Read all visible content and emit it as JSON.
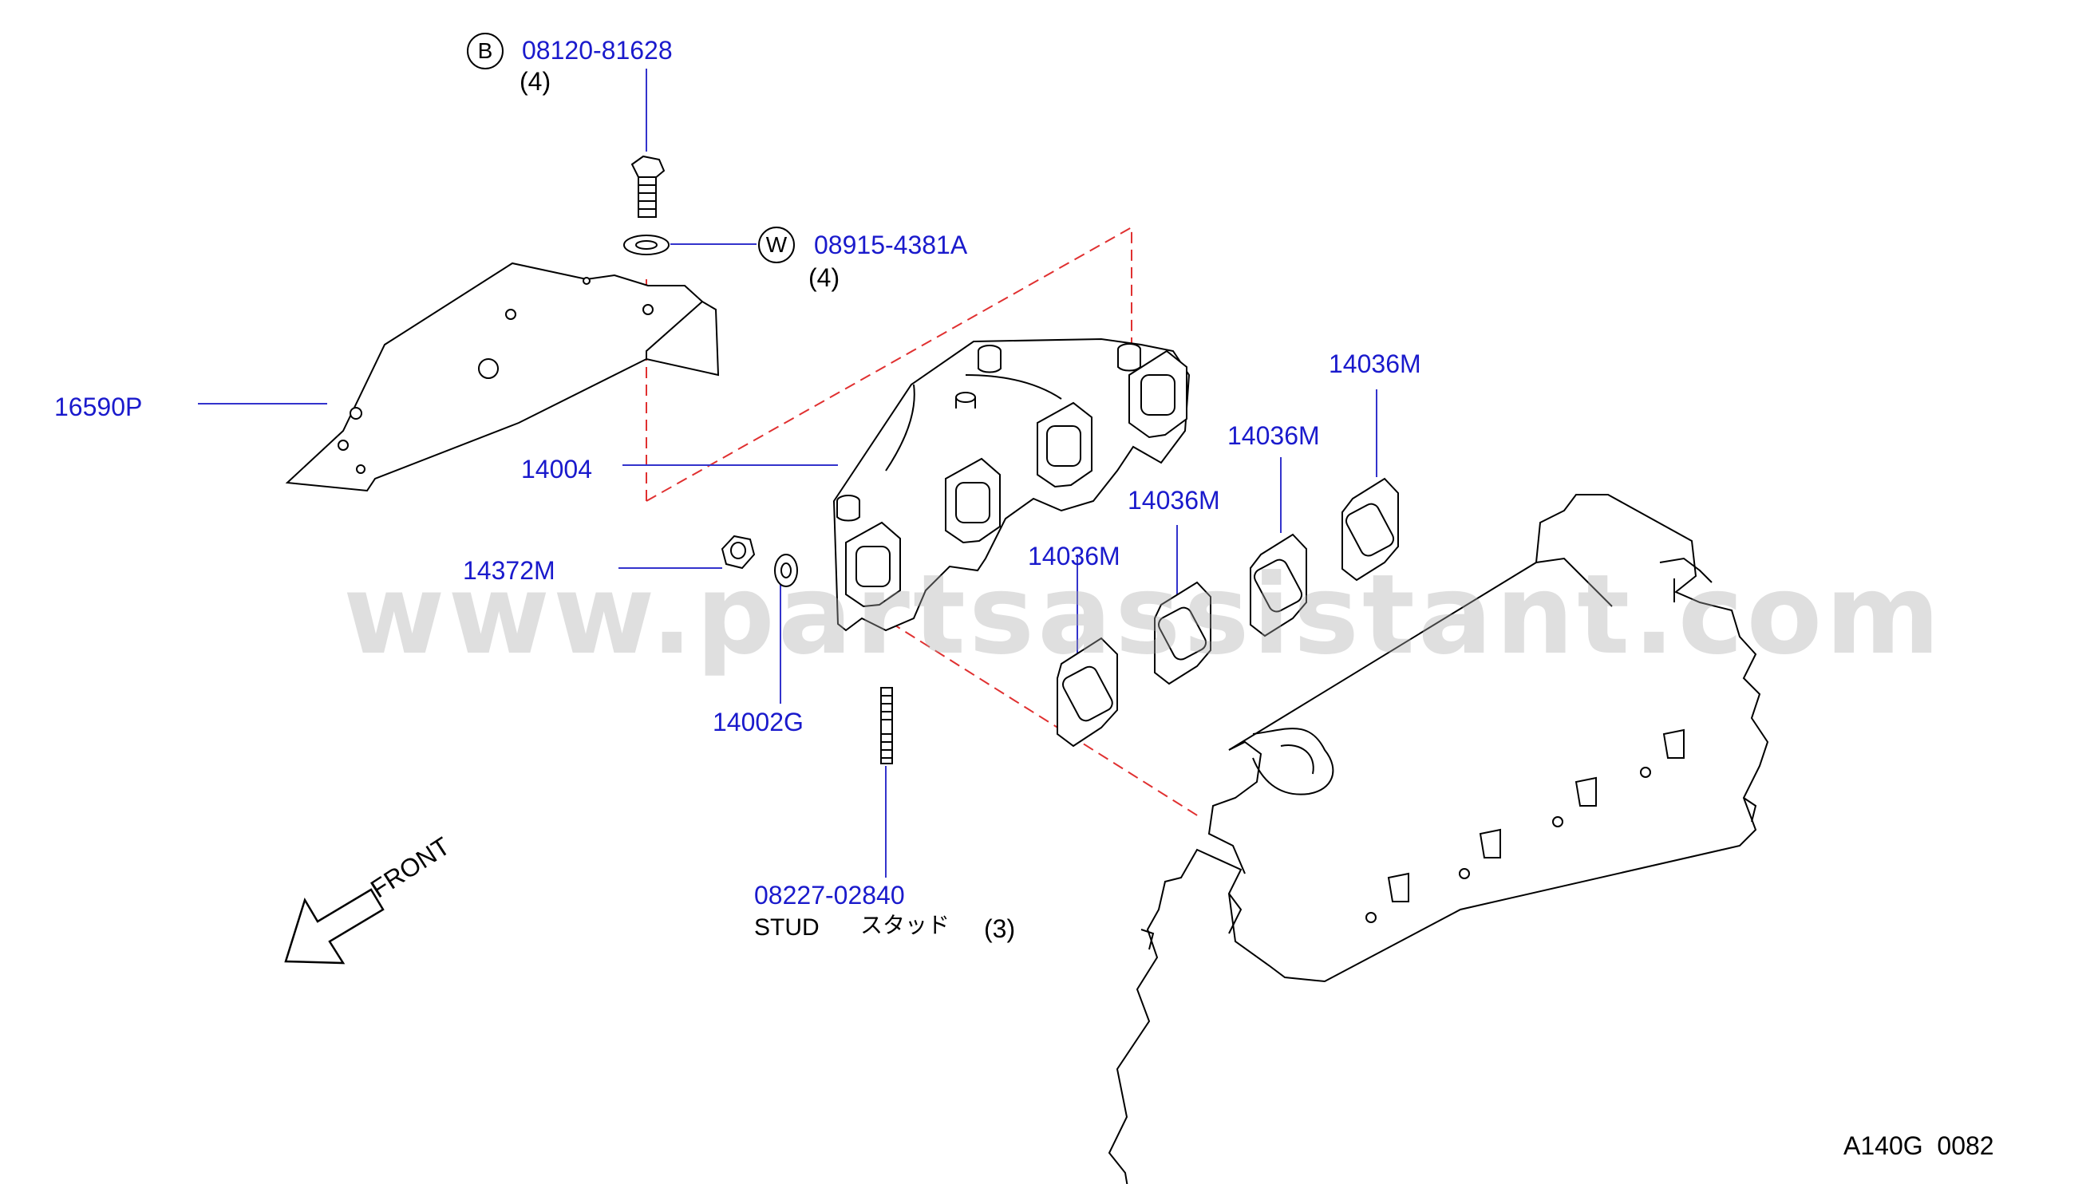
{
  "callouts": [
    {
      "id": "bolt",
      "number": "08120-81628",
      "qty": "(4)",
      "circle": "B"
    },
    {
      "id": "washer",
      "number": "08915-4381A",
      "qty": "(4)",
      "circle": "W"
    },
    {
      "id": "heat-insulator",
      "number": "16590P"
    },
    {
      "id": "exhaust-manifold",
      "number": "14004"
    },
    {
      "id": "nut",
      "number": "14372M"
    },
    {
      "id": "washer-small",
      "number": "14002G"
    },
    {
      "id": "gasket-1",
      "number": "14036M"
    },
    {
      "id": "gasket-2",
      "number": "14036M"
    },
    {
      "id": "gasket-3",
      "number": "14036M"
    },
    {
      "id": "gasket-4",
      "number": "14036M"
    },
    {
      "id": "stud",
      "number": "08227-02840",
      "name": "STUD",
      "name_jp": "スタッド",
      "qty": "(3)"
    }
  ],
  "direction_label": "FRONT",
  "watermark": "www.partsassistant.com",
  "diagram_code": "A140G  0082",
  "colors": {
    "part_number": "#1a1acc",
    "line": "#000000",
    "leader": "#3333cc",
    "dashed": "#e03030"
  }
}
